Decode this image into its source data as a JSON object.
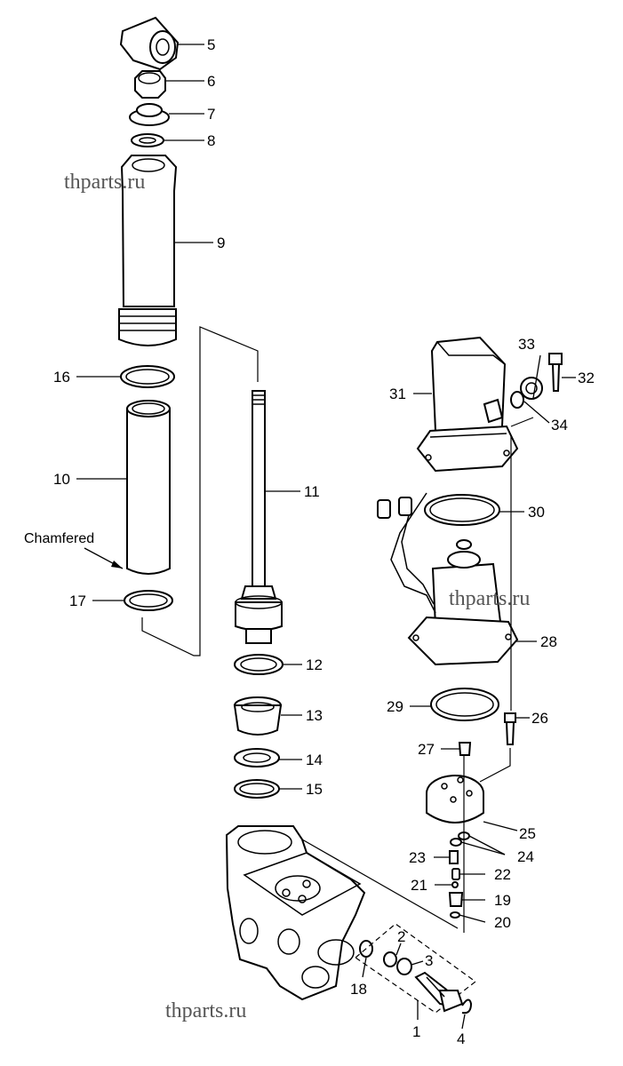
{
  "watermarks": [
    "thparts.ru",
    "thparts.ru",
    "thparts.ru"
  ],
  "note": "Chamfered",
  "callouts": {
    "p1": "1",
    "p2": "2",
    "p3": "3",
    "p4": "4",
    "p5": "5",
    "p6": "6",
    "p7": "7",
    "p8": "8",
    "p9": "9",
    "p10": "10",
    "p11": "11",
    "p12": "12",
    "p13": "13",
    "p14": "14",
    "p15": "15",
    "p16": "16",
    "p17": "17",
    "p18": "18",
    "p19": "19",
    "p20": "20",
    "p21": "21",
    "p22": "22",
    "p23": "23",
    "p24": "24",
    "p25": "25",
    "p26": "26",
    "p27": "27",
    "p28": "28",
    "p29": "29",
    "p30": "30",
    "p31": "31",
    "p32": "32",
    "p33": "33",
    "p34": "34"
  }
}
